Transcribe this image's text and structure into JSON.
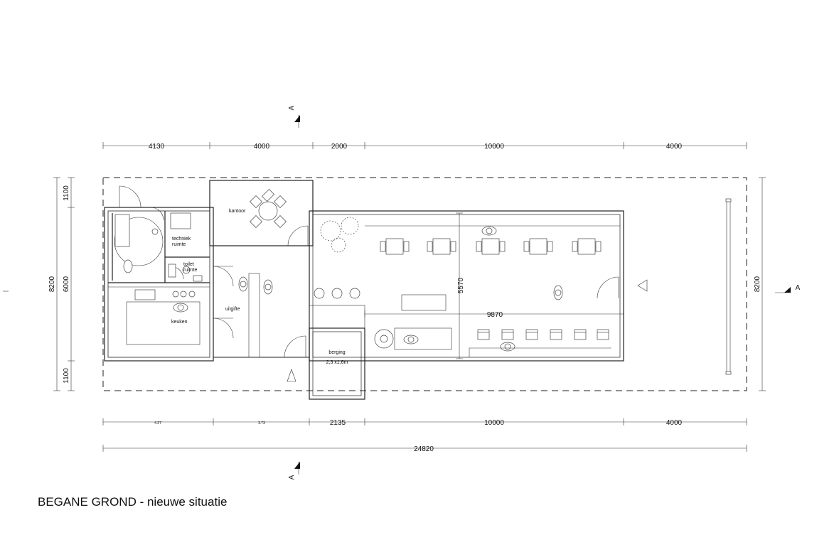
{
  "title": "BEGANE GROND - nieuwe situatie",
  "section_marker": "A",
  "dimensions": {
    "top": [
      "4130",
      "4000",
      "2000",
      "10000",
      "4000"
    ],
    "bottom": [
      "4.27",
      "3.73",
      "2135",
      "10000",
      "4000"
    ],
    "overall": "24820",
    "left_outer": "8200",
    "left_inner": [
      "1100",
      "6000",
      "1100"
    ],
    "right": "8200",
    "interior_depth": "5570",
    "interior_length": "9870"
  },
  "rooms": {
    "kantoor": "kantoor",
    "techniek_1": "techniek",
    "techniek_2": "ruimte",
    "toilet_1": "toilet",
    "toilet_2": "ruimte",
    "keuken": "keuken",
    "uitgifte": "uitgifte",
    "berging": "berging",
    "berging_size": "2,3 x1,6m"
  }
}
